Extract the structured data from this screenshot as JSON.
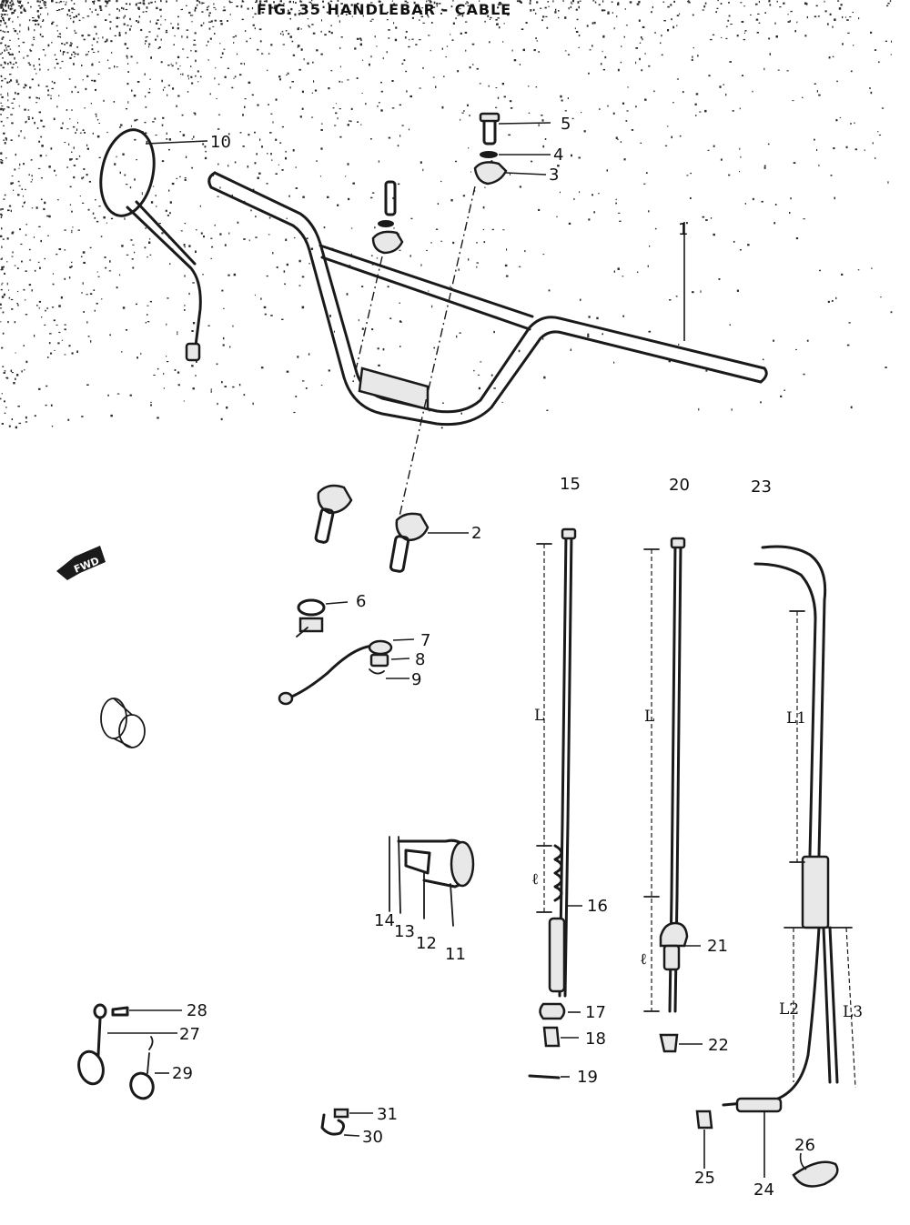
{
  "title": "FIG. 35  HANDLEBAR - CABLE",
  "direction_arrow": "FWD",
  "callouts": [
    "1",
    "2",
    "3",
    "4",
    "5",
    "6",
    "7",
    "8",
    "9",
    "10",
    "11",
    "12",
    "13",
    "14",
    "15",
    "16",
    "17",
    "18",
    "19",
    "20",
    "21",
    "22",
    "23",
    "24",
    "25",
    "26",
    "27",
    "28",
    "29",
    "30",
    "31"
  ],
  "dimension_labels": {
    "L": "L",
    "l": "ℓ",
    "L1": "L1",
    "L2": "L2",
    "L3": "L3"
  },
  "colors": {
    "ink": "#1a1a1a",
    "paper": "#ffffff"
  }
}
